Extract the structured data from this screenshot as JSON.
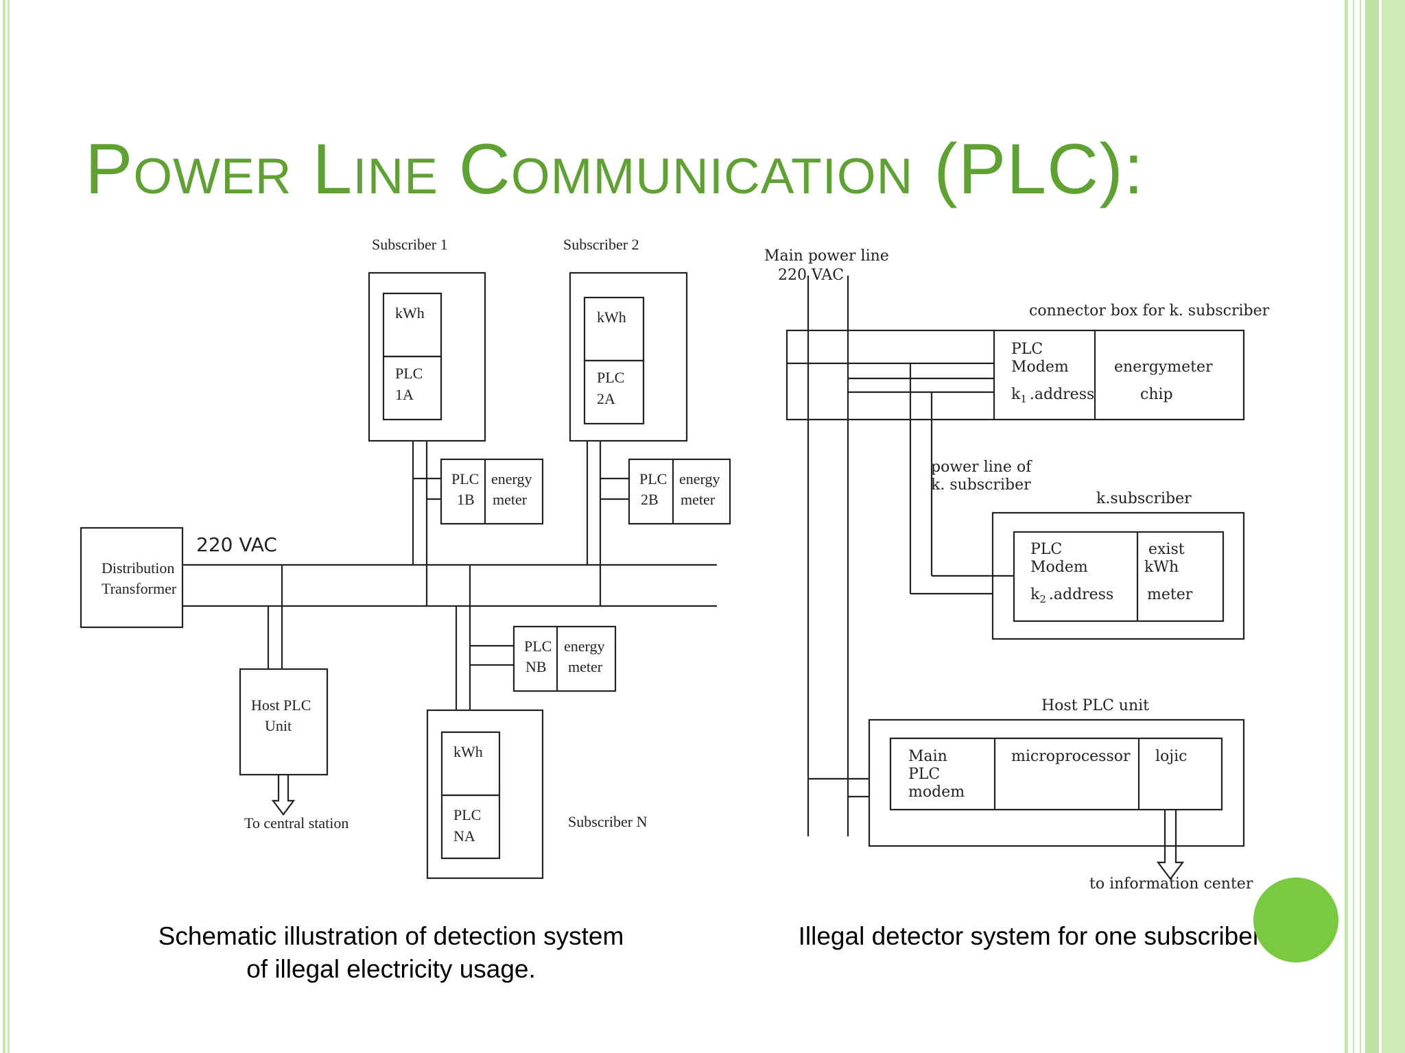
{
  "slide": {
    "title": "Power Line Communication (PLC):",
    "caption_left_line1": "Schematic illustration of detection system",
    "caption_left_line2": "of illegal electricity usage.",
    "caption_right": "Illegal detector system for one subscriber."
  },
  "colors": {
    "title": "#5fa132",
    "frame": "#c6e6b0",
    "circle": "#7ac943",
    "line": "#222222"
  },
  "left_diagram": {
    "subscriber1": "Subscriber 1",
    "subscriber2": "Subscriber 2",
    "subscriberN": "Subscriber N",
    "kwh": "kWh",
    "plc": "PLC",
    "id_1a": "1A",
    "id_2a": "2A",
    "id_na": "NA",
    "id_1b": "1B",
    "id_2b": "2B",
    "id_nb": "NB",
    "energy": "energy",
    "meter": "meter",
    "vac": "220 VAC",
    "distribution": "Distribution",
    "transformer": "Transformer",
    "host_plc": "Host PLC",
    "unit": "Unit",
    "to_central": "To central station"
  },
  "right_diagram": {
    "main_power_line": "Main power line",
    "vac": "220 VAC",
    "connector_box": "connector box for k. subscriber",
    "plc": "PLC",
    "modem": "Modem",
    "k1": "k",
    "k1_sub": "1",
    "address": ".address",
    "energymeter": "energymeter",
    "chip": "chip",
    "power_line_of": "power line of",
    "k_subscriber_short": "k. subscriber",
    "k_subscriber": "k.subscriber",
    "k2": "k",
    "k2_sub": "2",
    "exist": "exist",
    "kwh": "kWh",
    "meter": "meter",
    "host_plc_unit": "Host PLC unit",
    "main": "Main",
    "plc_word": "PLC",
    "modem_lower": "modem",
    "microprocessor": "microprocessor",
    "lojic": "lojic",
    "to_info": "to information center"
  }
}
